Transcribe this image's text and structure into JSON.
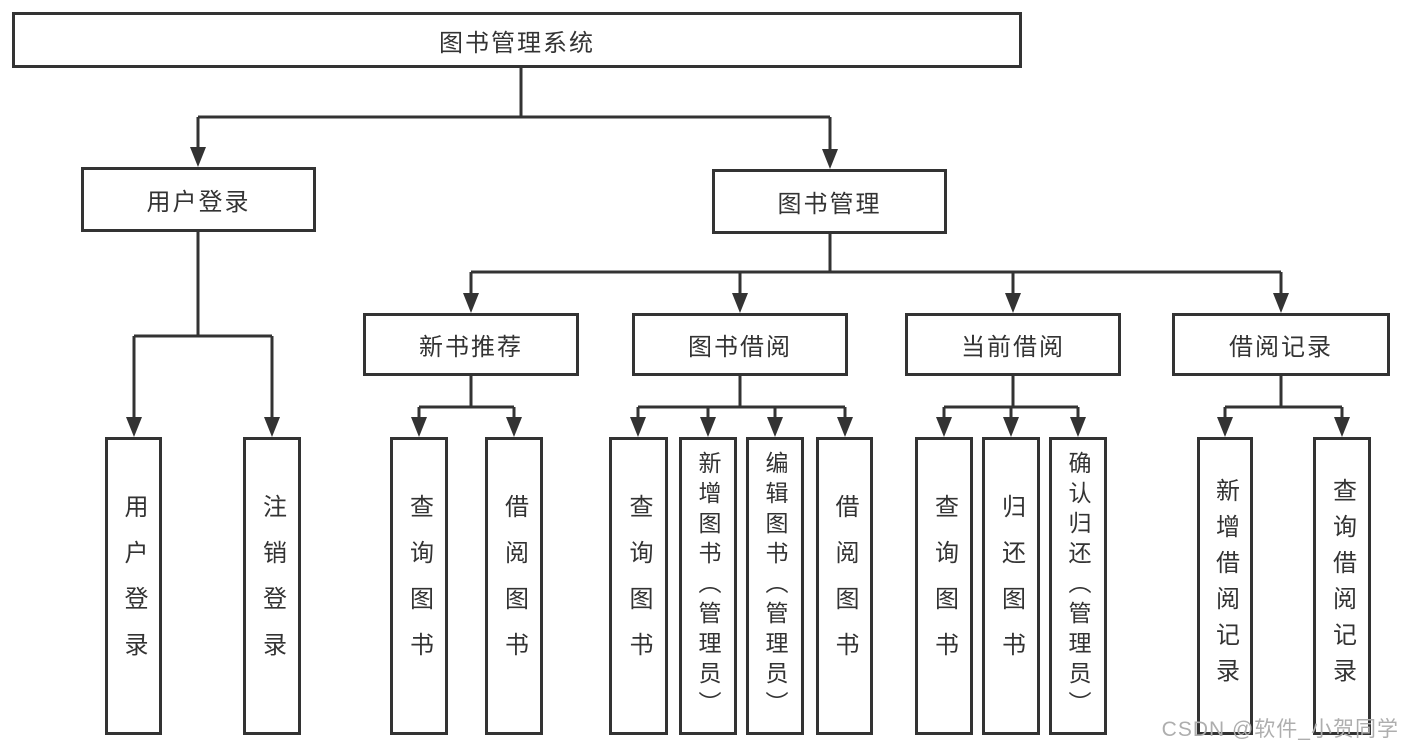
{
  "diagram": {
    "title": "图书管理系统",
    "branches": [
      {
        "label": "用户登录",
        "children": [
          "用户登录",
          "注销登录"
        ]
      },
      {
        "label": "图书管理",
        "modules": [
          {
            "label": "新书推荐",
            "children": [
              "查询图书",
              "借阅图书"
            ]
          },
          {
            "label": "图书借阅",
            "children": [
              "查询图书",
              "新增图书（管理员）",
              "编辑图书（管理员）",
              "借阅图书"
            ]
          },
          {
            "label": "当前借阅",
            "children": [
              "查询图书",
              "归还图书",
              "确认归还（管理员）"
            ]
          },
          {
            "label": "借阅记录",
            "children": [
              "新增借阅记录",
              "查询借阅记录"
            ]
          }
        ]
      }
    ]
  },
  "watermark": "CSDN @软件_小贺同学",
  "colors": {
    "line": "#333333",
    "box_border": "#333333",
    "text": "#333333",
    "watermark_text": "#aeaeae",
    "background": "#ffffff"
  }
}
